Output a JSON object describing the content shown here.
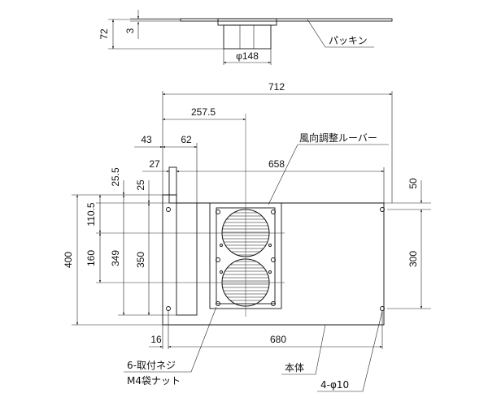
{
  "labels": {
    "gasket": "パッキン",
    "louver": "風向調整ルーバー",
    "body": "本体",
    "screws": "6-取付ネジ",
    "nut": "M4袋ナット",
    "holes": "4-φ10"
  },
  "dims": {
    "d72": "72",
    "d3": "3",
    "d148": "φ148",
    "d712": "712",
    "d2575": "257.5",
    "d43": "43",
    "d62": "62",
    "d27": "27",
    "d658": "658",
    "d255": "25.5",
    "d25": "25",
    "d50": "50",
    "d1105": "110.5",
    "d160": "160",
    "d349": "349",
    "d350": "350",
    "d400": "400",
    "d300": "300",
    "d16": "16",
    "d680": "680"
  }
}
